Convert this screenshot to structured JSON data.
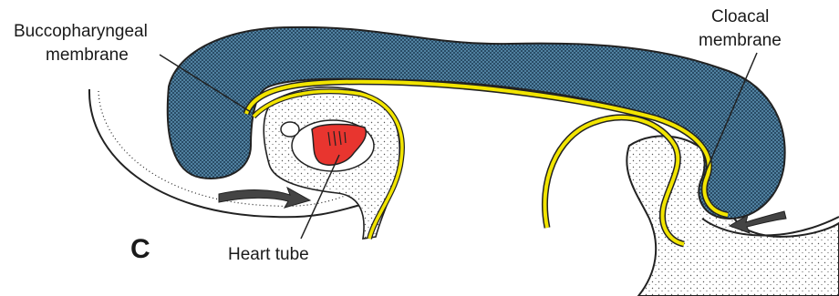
{
  "panel_letter": "C",
  "labels": {
    "buccopharyngeal_line1": "Buccopharyngeal",
    "buccopharyngeal_line2": "membrane",
    "cloacal_line1": "Cloacal",
    "cloacal_line2": "membrane",
    "heart_tube": "Heart tube"
  },
  "colors": {
    "neural_tissue": "#5b8fb0",
    "endoderm_lining": "#f2e500",
    "heart_tube": "#e8352f",
    "outline": "#222222",
    "mesoderm_stipple": "#555555",
    "arrow": "#444444"
  }
}
